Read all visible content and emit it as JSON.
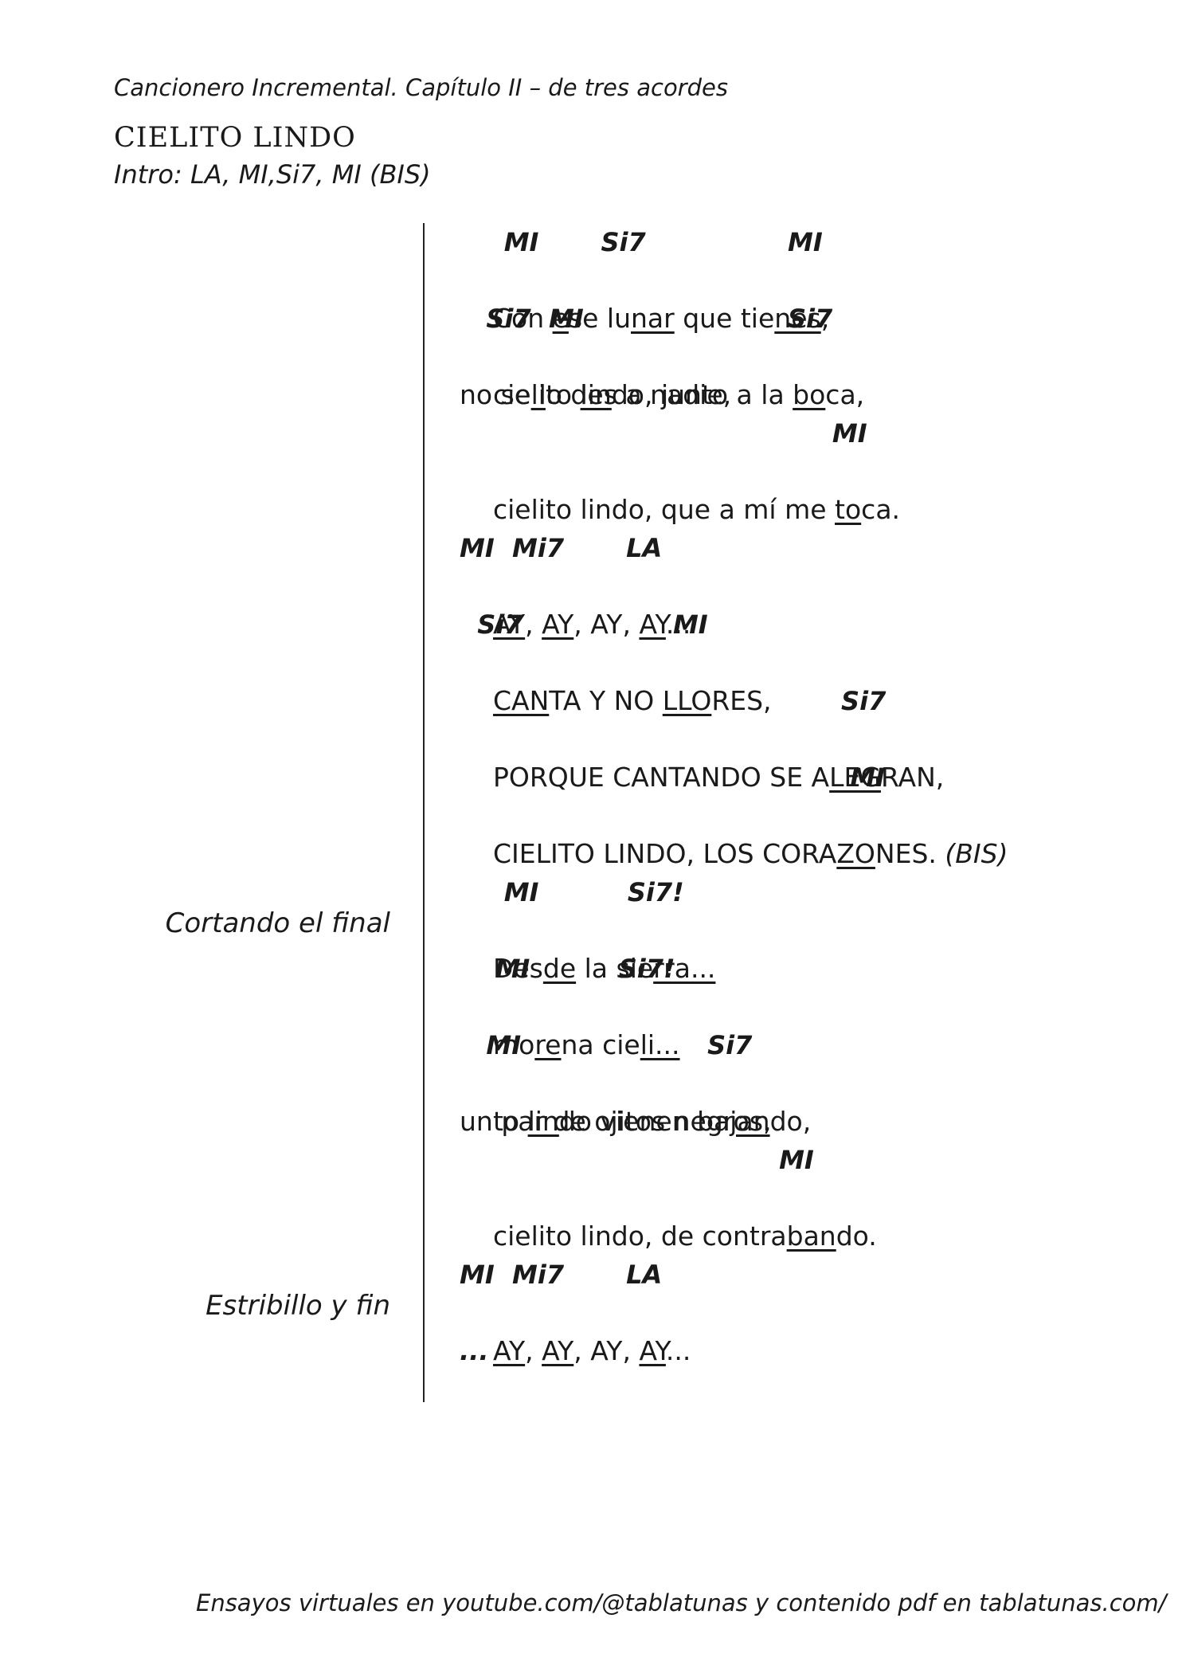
{
  "header": {
    "chapter": "Cancionero Incremental. Capítulo II – de tres acordes",
    "title": "CIELITO LINDO",
    "intro": "Intro: LA, MI,Si7, MI (BIS)"
  },
  "side_notes": {
    "cortando": "Cortando el final",
    "estribillo": "Estribillo y fin"
  },
  "verse1": {
    "c1": "     MI       Si7                MI",
    "l1": [
      "Con ",
      "e",
      "se lu",
      "nar",
      " que tie",
      "nes",
      ","
    ],
    "c2": "   Si7  MI                       Si7",
    "l2": [
      "cie",
      "li",
      "to ",
      "lin",
      "do, junto a la ",
      "bo",
      "ca,"
    ],
    "l3": "no se lo des a nadie,",
    "c4": "                                          MI",
    "l4": [
      "cielito lindo, que a mí me ",
      "to",
      "ca."
    ]
  },
  "chorus": {
    "c1": "MI  Mi7       LA",
    "l1": [
      "AY",
      ", ",
      "AY",
      ", AY, ",
      "AY",
      "..."
    ],
    "c2": "  Si7                 MI",
    "l2": [
      "CAN",
      "TA Y NO ",
      "LLO",
      "RES,"
    ],
    "c3": "                                           Si7",
    "l3": [
      "PORQUE CANTANDO SE A",
      "LEG",
      "RAN,"
    ],
    "c4": "                                            MI",
    "l4": [
      "CIELITO LINDO, LOS CORA",
      "ZO",
      "NES. "
    ],
    "bis": "(BIS)"
  },
  "verse2": {
    "c1": "     MI          Si7!",
    "l1": [
      "Des",
      "de",
      " la sie",
      "rra..."
    ],
    "c2": "    MI          Si7!",
    "l2": [
      "mo",
      "re",
      "na cie",
      "li..."
    ],
    "c3": "   MI                     Si7",
    "l3": [
      "to ",
      "lin",
      "do vienen ba",
      "jan",
      "do,"
    ],
    "l4": "un par de ojitos negros,",
    "c5": "                                    MI",
    "l5": [
      "cielito lindo, de contra",
      "ban",
      "do."
    ]
  },
  "ending": {
    "c1": "MI  Mi7       LA",
    "l1": [
      "AY",
      ", ",
      "AY",
      ", AY, ",
      "AY",
      "..."
    ],
    "dots": "..."
  },
  "footer": {
    "text": "Ensayos virtuales en youtube.com/@tablatunas y contenido pdf en tablatunas.com/"
  }
}
